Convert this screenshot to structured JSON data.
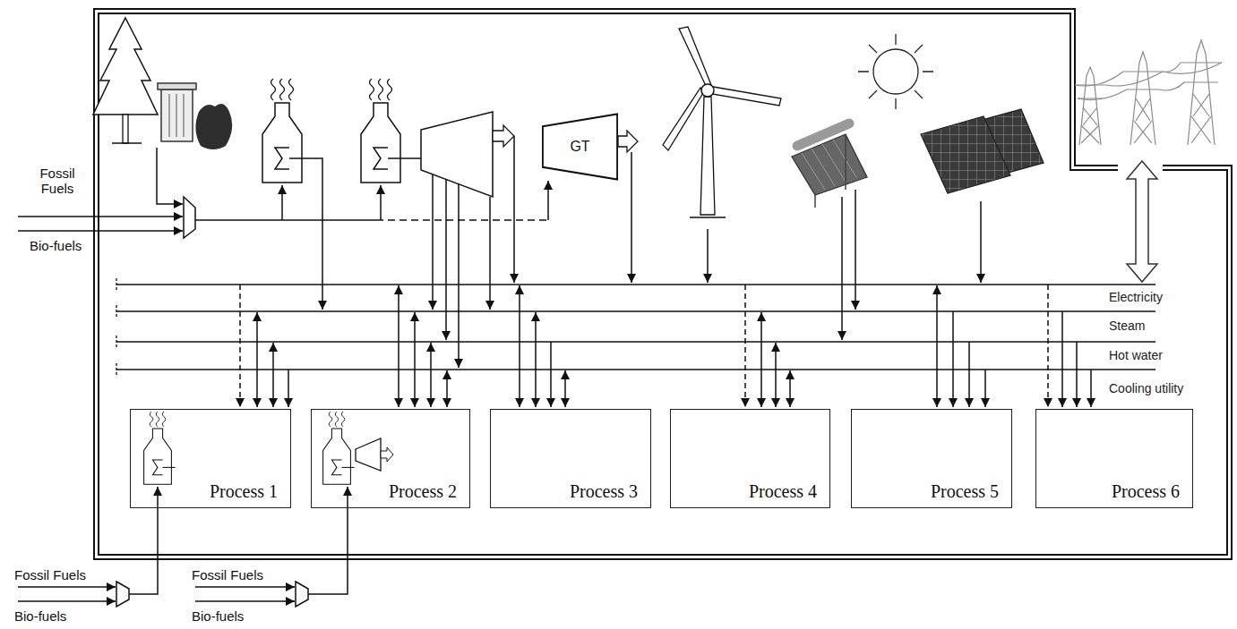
{
  "diagram": {
    "nodes": [
      {
        "text": [
          "GT"
        ]
      },
      {
        "text": [
          "Process 1"
        ]
      },
      {
        "text": [
          "Process 2"
        ]
      },
      {
        "text": [
          "Process 3"
        ]
      },
      {
        "text": [
          "Process 4"
        ]
      },
      {
        "text": [
          "Process 5"
        ]
      },
      {
        "text": [
          "Process 6"
        ]
      }
    ],
    "labels": [
      "Fossil Fuels",
      "Bio-fuels",
      "Electricity",
      "Steam",
      "Hot water",
      "Cooling utility",
      "Fossil Fuels",
      "Bio-fuels",
      "Fossil Fuels",
      "Bio-fuels"
    ]
  }
}
